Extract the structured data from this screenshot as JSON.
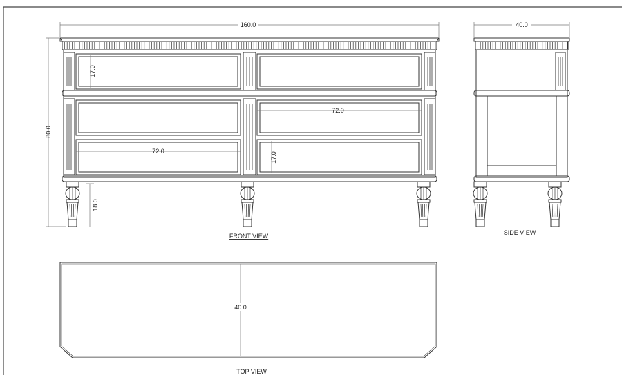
{
  "front_view": {
    "caption": "FRONT VIEW",
    "dims": {
      "overall_width": "160.0",
      "overall_height": "80.0",
      "drawer_height_top": "17.0",
      "drawer_width_right": "72.0",
      "drawer_width_left": "72.0",
      "drawer_height_bottom": "17.0",
      "leg_height": "18.0"
    }
  },
  "side_view": {
    "caption": "SIDE VIEW",
    "dims": {
      "depth": "40.0"
    }
  },
  "top_view": {
    "caption": "TOP VIEW",
    "dims": {
      "depth": "40.0"
    }
  },
  "colors": {
    "line": "#333333",
    "dim_line": "#777777",
    "border": "#444444"
  }
}
